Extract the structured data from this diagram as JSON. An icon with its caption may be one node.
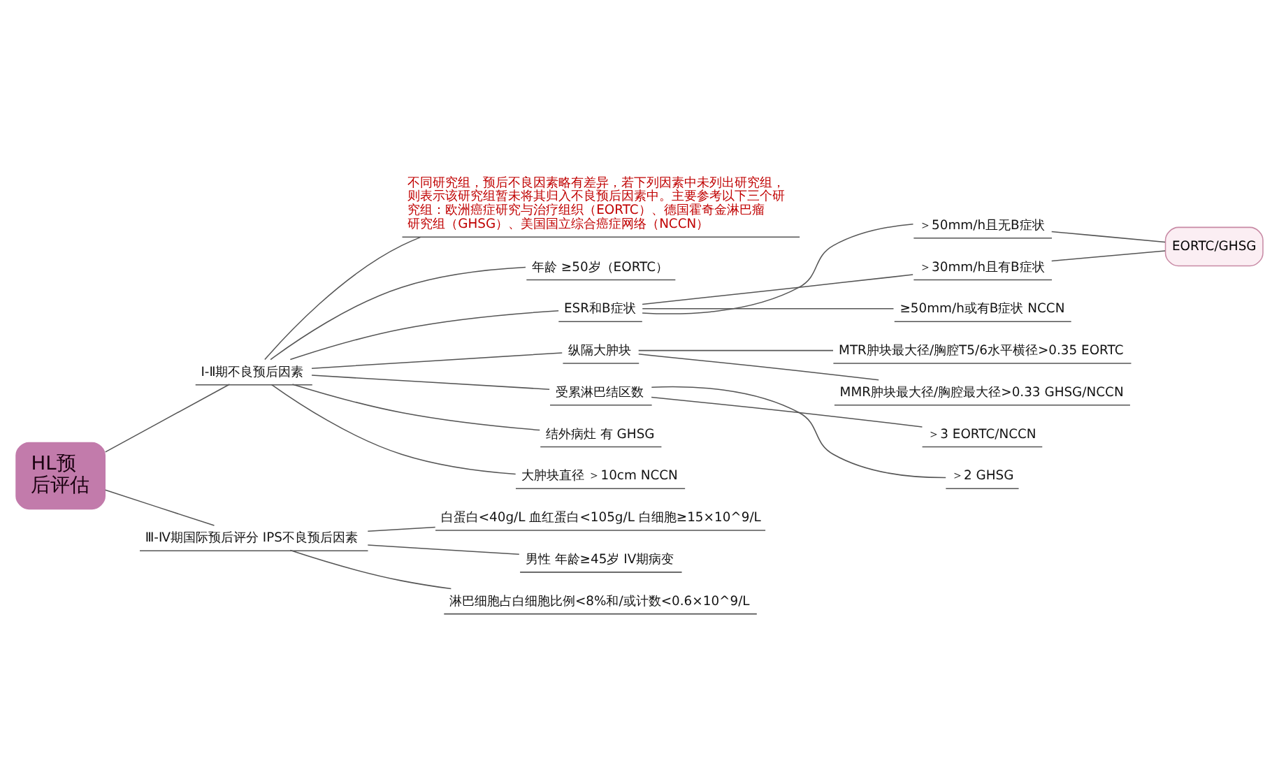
{
  "diagram": {
    "nodes": [
      {
        "text": [
          "HL预后评估"
        ]
      },
      {
        "text": [
          "Ⅰ-Ⅱ期不良预后因素"
        ]
      },
      {
        "text": [
          "Ⅲ-Ⅳ期国际预后评分 IPS不良预后因素"
        ]
      },
      {
        "text": [
          "不同研究组，预后不良因素略有差异，若下列因素中未列出研究组，则表示该研究组暂未将其归入不良预后因素中。主要参考以下三个研究组：欧洲癌症研究与治疗组织（EORTC）、德国霍奇金淋巴瘤研究组（GHSG）、美国国立综合癌症网络（NCCN）"
        ]
      },
      {
        "text": [
          "年龄 ≥50岁（EORTC）"
        ]
      },
      {
        "text": [
          "ESR和B症状"
        ]
      },
      {
        "text": [
          "＞50mm/h且无B症状"
        ]
      },
      {
        "text": [
          "＞30mm/h且有B症状"
        ]
      },
      {
        "text": [
          "≥50mm/h或有B症状 NCCN"
        ]
      },
      {
        "text": [
          "EORTC/GHSG"
        ]
      },
      {
        "text": [
          "纵隔大肿块"
        ]
      },
      {
        "text": [
          "MTR肿块最大径/胸腔T5/6水平横径>0.35 EORTC"
        ]
      },
      {
        "text": [
          "MMR肿块最大径/胸腔最大径>0.33 GHSG/NCCN"
        ]
      },
      {
        "text": [
          "受累淋巴结区数"
        ]
      },
      {
        "text": [
          "＞3 EORTC/NCCN"
        ]
      },
      {
        "text": [
          "＞2 GHSG"
        ]
      },
      {
        "text": [
          "结外病灶 有 GHSG"
        ]
      },
      {
        "text": [
          "大肿块直径 ＞10cm NCCN"
        ]
      },
      {
        "text": [
          "白蛋白<40g/L 血红蛋白<105g/L 白细胞≥15×10^9/L"
        ]
      },
      {
        "text": [
          "男性 年龄≥45岁 IV期病变"
        ]
      },
      {
        "text": [
          "淋巴细胞占白细胞比例<8%和/或计数<0.6×10^9/L"
        ]
      }
    ],
    "edges": [
      {
        "from": 0,
        "to": 1,
        "arrow": "none"
      },
      {
        "from": 0,
        "to": 2,
        "arrow": "none"
      },
      {
        "from": 1,
        "to": 3,
        "arrow": "none"
      },
      {
        "from": 1,
        "to": 4,
        "arrow": "none"
      },
      {
        "from": 1,
        "to": 5,
        "arrow": "none"
      },
      {
        "from": 5,
        "to": 6,
        "arrow": "none"
      },
      {
        "from": 5,
        "to": 7,
        "arrow": "none"
      },
      {
        "from": 5,
        "to": 8,
        "arrow": "none"
      },
      {
        "from": 6,
        "to": 9,
        "arrow": "none"
      },
      {
        "from": 7,
        "to": 9,
        "arrow": "none"
      },
      {
        "from": 1,
        "to": 10,
        "arrow": "none"
      },
      {
        "from": 10,
        "to": 11,
        "arrow": "none"
      },
      {
        "from": 10,
        "to": 12,
        "arrow": "none"
      },
      {
        "from": 1,
        "to": 13,
        "arrow": "none"
      },
      {
        "from": 13,
        "to": 14,
        "arrow": "none"
      },
      {
        "from": 13,
        "to": 15,
        "arrow": "none"
      },
      {
        "from": 1,
        "to": 16,
        "arrow": "none"
      },
      {
        "from": 1,
        "to": 17,
        "arrow": "none"
      },
      {
        "from": 2,
        "to": 18,
        "arrow": "none"
      },
      {
        "from": 2,
        "to": 19,
        "arrow": "none"
      },
      {
        "from": 2,
        "to": 20,
        "arrow": "none"
      }
    ]
  }
}
